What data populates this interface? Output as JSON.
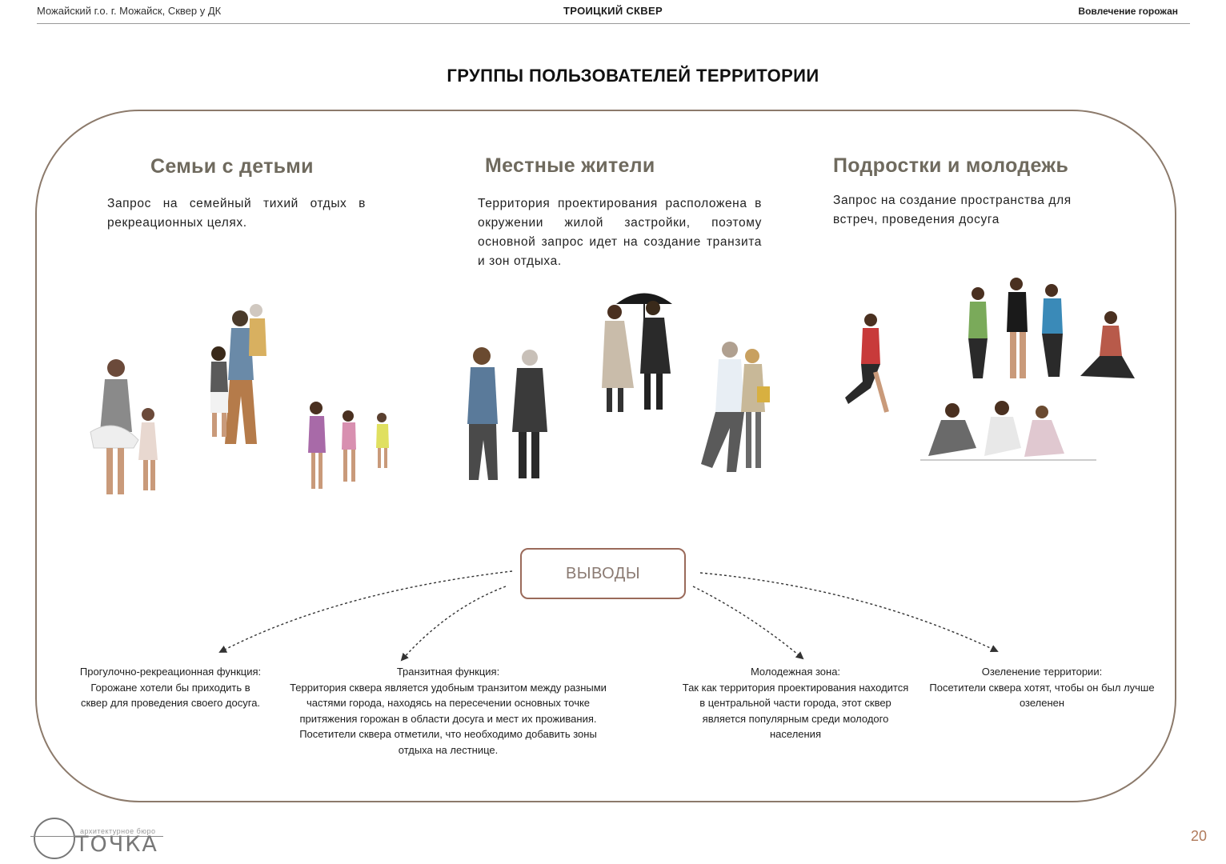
{
  "header": {
    "location": "Можайский г.о. г. Можайск, Сквер у ДК",
    "project": "ТРОИЦКИЙ СКВЕР",
    "section": "Вовлечение горожан"
  },
  "page_title": "ГРУППЫ ПОЛЬЗОВАТЕЛЕЙ ТЕРРИТОРИИ",
  "groups": [
    {
      "title": "Семьи с детьми",
      "description": "Запрос на семейный тихий отдых в рекреационных целях."
    },
    {
      "title": "Местные жители",
      "description": "Территория проектирования расположена в окружении жилой застройки, поэтому основной запрос идет на создание транзита и зон отдыха."
    },
    {
      "title": "Подростки и молодежь",
      "description": "Запрос на создание пространства для встреч, проведения досуга"
    }
  ],
  "conclusions_label": "ВЫВОДЫ",
  "conclusions": [
    {
      "title": "Прогулочно-рекреационная функция:",
      "text": "Горожане хотели бы приходить в сквер для проведения своего досуга."
    },
    {
      "title": "Транзитная функция:",
      "text": "Территория сквера является удобным транзитом между разными частями города, находясь на пересечении основных точке притяжения горожан в области досуга и мест их проживания. Посетители сквера отметили, что необходимо добавить зоны отдыха на лестнице."
    },
    {
      "title": "Молодежная зона:",
      "text": "Так как территория проектирования находится в центральной части города, этот сквер является популярным среди молодого населения"
    },
    {
      "title": "Озеленение территории:",
      "text": "Посетители сквера хотят, чтобы он был лучше озеленен"
    }
  ],
  "logo": {
    "small_text": "архитектурное бюро",
    "word": "ТОЧКА"
  },
  "page_number": "20",
  "colors": {
    "frame": "#8c7a6b",
    "group_title": "#6f6a5e",
    "conclusion_border": "#9a6a5a",
    "page_number": "#b07a5a"
  }
}
